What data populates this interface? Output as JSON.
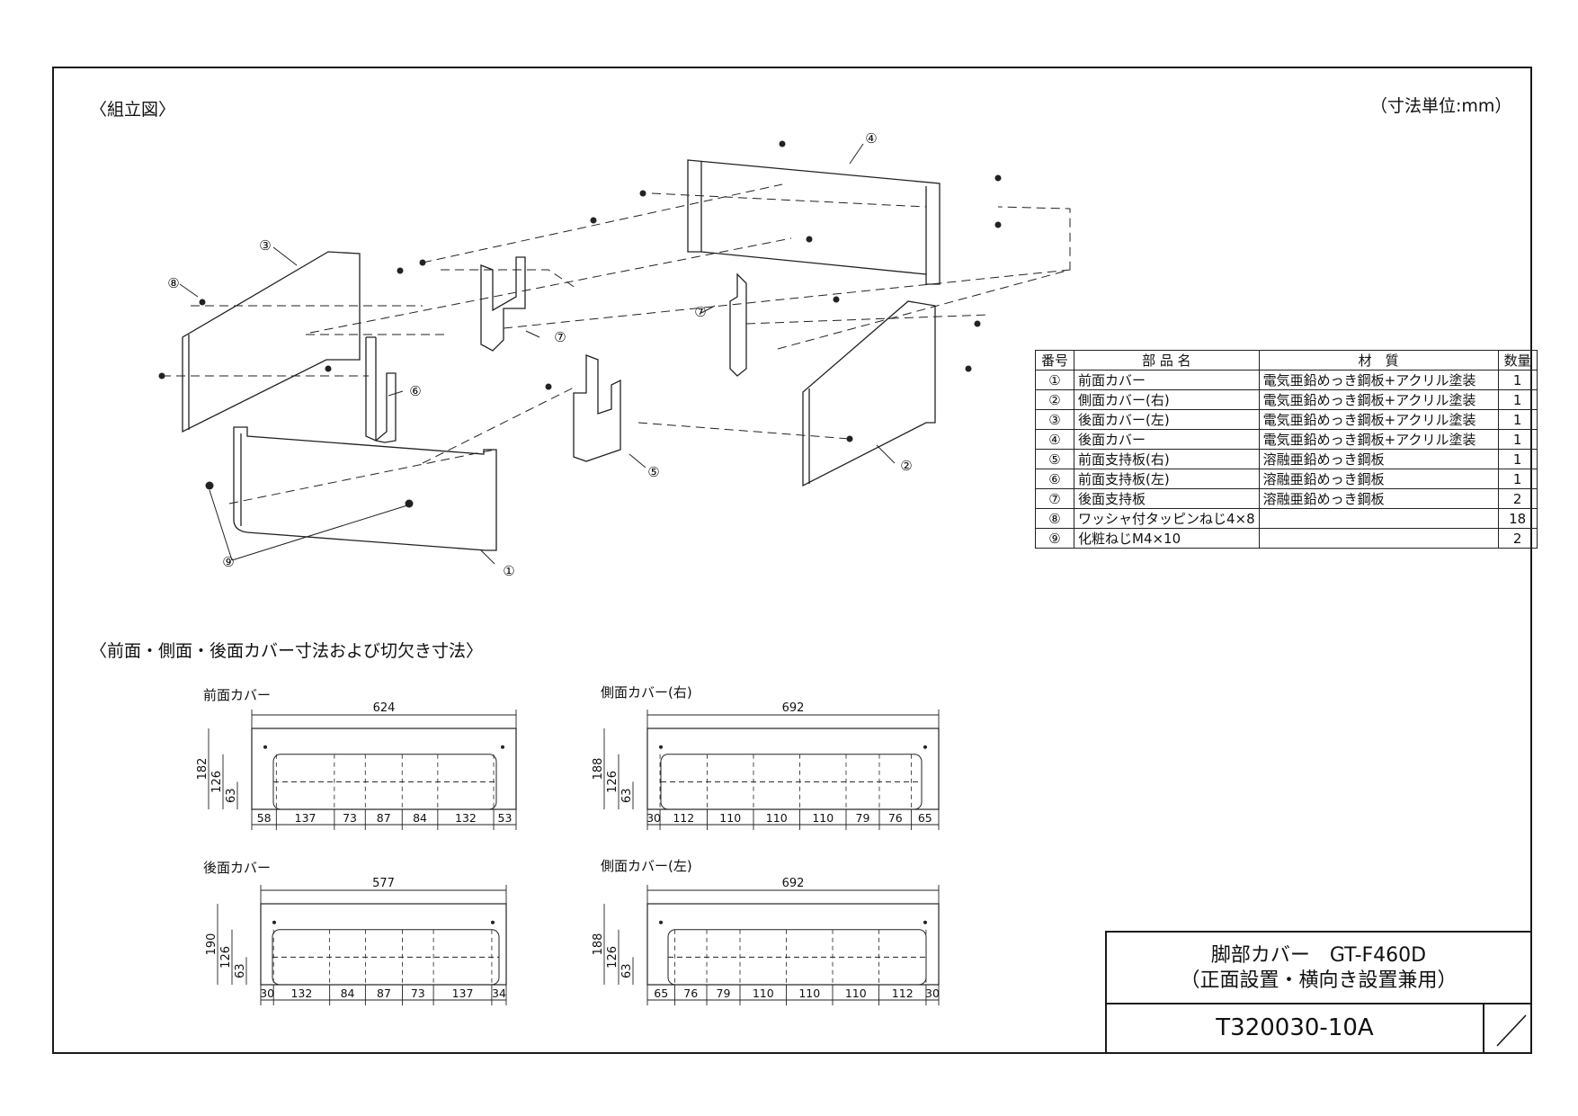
{
  "headings": {
    "assembly": "〈組立図〉",
    "unit": "（寸法単位:mm）",
    "cutout": "〈前面・側面・後面カバー寸法および切欠き寸法〉"
  },
  "callouts": [
    "①",
    "②",
    "③",
    "④",
    "⑤",
    "⑥",
    "⑦",
    "⑧",
    "⑨"
  ],
  "parts_table": {
    "headers": [
      "番号",
      "部 品 名",
      "材　質",
      "数量"
    ],
    "rows": [
      {
        "no": "①",
        "name": "前面カバー",
        "material": "電気亜鉛めっき鋼板+アクリル塗装",
        "qty": "1"
      },
      {
        "no": "②",
        "name": "側面カバー(右)",
        "material": "電気亜鉛めっき鋼板+アクリル塗装",
        "qty": "1"
      },
      {
        "no": "③",
        "name": "後面カバー(左)",
        "material": "電気亜鉛めっき鋼板+アクリル塗装",
        "qty": "1"
      },
      {
        "no": "④",
        "name": "後面カバー",
        "material": "電気亜鉛めっき鋼板+アクリル塗装",
        "qty": "1"
      },
      {
        "no": "⑤",
        "name": "前面支持板(右)",
        "material": "溶融亜鉛めっき鋼板",
        "qty": "1"
      },
      {
        "no": "⑥",
        "name": "前面支持板(左)",
        "material": "溶融亜鉛めっき鋼板",
        "qty": "1"
      },
      {
        "no": "⑦",
        "name": "後面支持板",
        "material": "溶融亜鉛めっき鋼板",
        "qty": "2"
      },
      {
        "no": "⑧",
        "name": "ワッシャ付タッピンねじ4×8",
        "material": "",
        "qty": "18"
      },
      {
        "no": "⑨",
        "name": "化粧ねじM4×10",
        "material": "",
        "qty": "2"
      }
    ]
  },
  "dimension_views": [
    {
      "label": "前面カバー",
      "overall": "624",
      "height": "182",
      "inner": "126",
      "low": "63",
      "segments": [
        "58",
        "137",
        "73",
        "87",
        "84",
        "132",
        "53"
      ]
    },
    {
      "label": "側面カバー(右)",
      "overall": "692",
      "height": "188",
      "inner": "126",
      "low": "63",
      "segments": [
        "30",
        "112",
        "110",
        "110",
        "110",
        "79",
        "76",
        "65"
      ]
    },
    {
      "label": "後面カバー",
      "overall": "577",
      "height": "190",
      "inner": "126",
      "low": "63",
      "segments": [
        "30",
        "132",
        "84",
        "87",
        "73",
        "137",
        "34"
      ]
    },
    {
      "label": "側面カバー(左)",
      "overall": "692",
      "height": "188",
      "inner": "126",
      "low": "63",
      "segments": [
        "65",
        "76",
        "79",
        "110",
        "110",
        "110",
        "112",
        "30"
      ]
    }
  ],
  "title_block": {
    "title_line1": "脚部カバー　GT-F460D",
    "title_line2": "（正面設置・横向き設置兼用）",
    "drawing_number": "T320030-10A"
  }
}
